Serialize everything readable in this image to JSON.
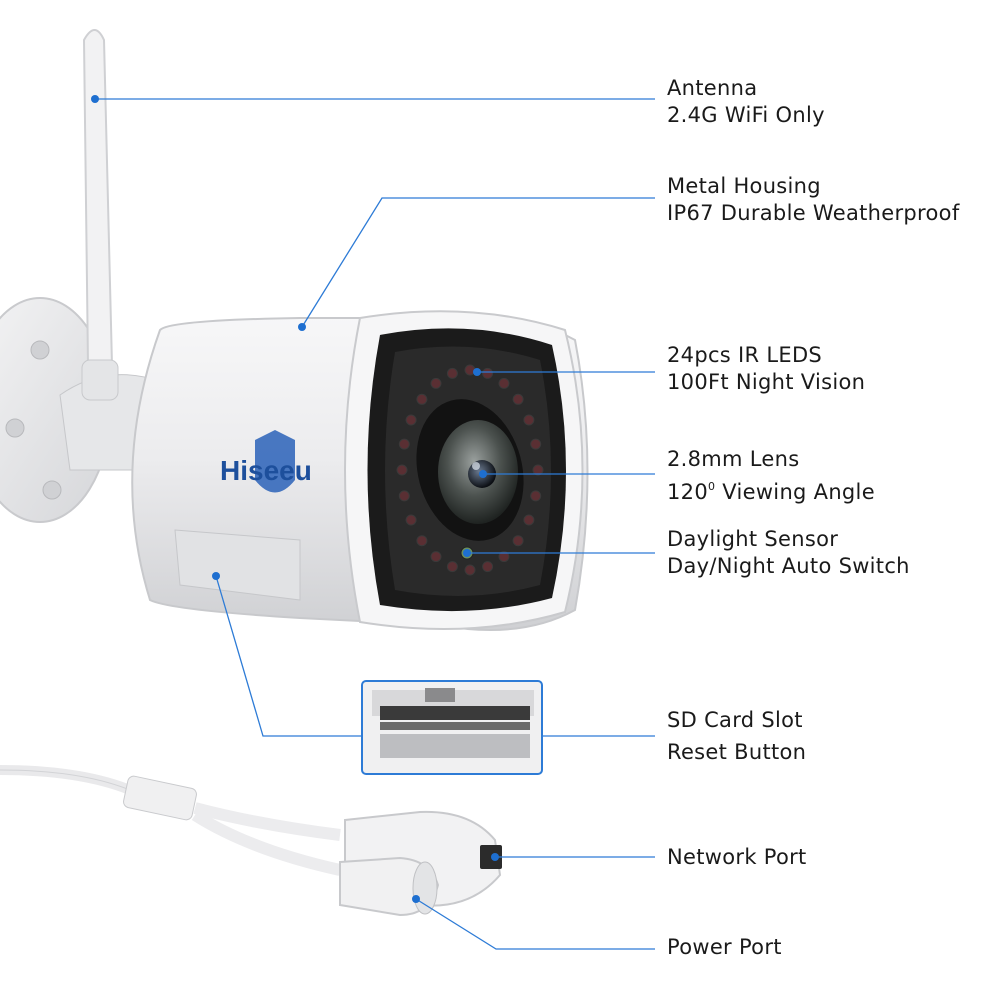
{
  "brand": {
    "logo_text": "Hiseeu"
  },
  "callouts": [
    {
      "id": "antenna",
      "line1": "Antenna",
      "line2": "2.4G WiFi Only"
    },
    {
      "id": "housing",
      "line1": "Metal Housing",
      "line2": "IP67 Durable Weatherproof"
    },
    {
      "id": "ir",
      "line1": "24pcs IR LEDS",
      "line2": "100Ft Night Vision"
    },
    {
      "id": "lens",
      "line1": "2.8mm Lens",
      "line2_pre": "120",
      "line2_sup": "0",
      "line2_post": " Viewing Angle"
    },
    {
      "id": "sensor",
      "line1": "Daylight Sensor",
      "line2": "Day/Night Auto Switch"
    },
    {
      "id": "sd",
      "line1": "SD Card Slot",
      "line2": "Reset Button"
    },
    {
      "id": "network",
      "line1": "Network Port"
    },
    {
      "id": "power",
      "line1": "Power Port"
    }
  ],
  "colors": {
    "leader_line": "#2d7bd6",
    "dot": "#1e6fd0",
    "text": "#1a1a1a",
    "housing": "#eeeeef",
    "lens_ring": "#1b1b1b"
  }
}
